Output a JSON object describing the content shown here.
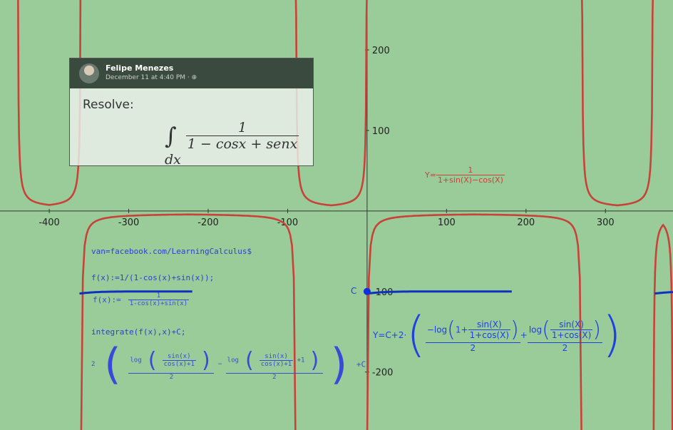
{
  "chart_data": {
    "type": "line",
    "xlim": [
      -462,
      385
    ],
    "ylim": [
      -272,
      262
    ],
    "x_ticks": [
      -400,
      -300,
      -200,
      -100,
      100,
      200,
      300
    ],
    "y_ticks": [
      -200,
      -100,
      100,
      200
    ],
    "grid": false,
    "red_curve": {
      "equation": "Y=1/(1+sin(X)−cos(X))",
      "label_num": "1",
      "label_den": "1+sin(X)−cos(X)",
      "color": "#c8423a",
      "singularities": [
        -440,
        -360,
        -90,
        0,
        270,
        360
      ],
      "up_branches": [
        [
          -440,
          -360
        ],
        [
          -90,
          0
        ],
        [
          270,
          360
        ]
      ],
      "down_branches": [
        [
          -360,
          -90
        ],
        [
          0,
          270
        ],
        [
          360,
          385
        ]
      ]
    },
    "blue_curve": {
      "color": "#1030c0",
      "point_label": "C",
      "point": [
        0,
        -100
      ],
      "segments": [
        [
          -362,
          -220
        ],
        [
          0,
          182
        ],
        [
          362,
          385
        ]
      ]
    }
  },
  "post": {
    "name": "Felipe Menezes",
    "date": "December 11 at 4:40 PM · ⊕",
    "resolve": "Resolve:",
    "integral": "∫",
    "num": "1",
    "den": "1 − cosx + senx",
    "dx": "dx"
  },
  "cas": {
    "url": "van=facebook.com/LearningCalculus$",
    "def": "f(x):=1/(1-cos(x)+sin(x));",
    "res_lhs": "f(x):=",
    "res_num": "1",
    "res_den": "1-cos(x)+sin(x)",
    "integrate": "integrate(f(x),x)+C;",
    "res2_coef": "2",
    "log": "log",
    "sin": "sin(x)",
    "cosp1": "cos(x)+1",
    "plus1": "+1",
    "two": "2",
    "minus": "−",
    "plusC": "+C"
  },
  "blue_eq": {
    "lhs": "Y=C+2·",
    "neglog": "−log",
    "one_plus": "1+",
    "sinX": "sin(X)",
    "onecos": "1+cos(X)",
    "two": "2",
    "plus": "+",
    "log": "log"
  }
}
